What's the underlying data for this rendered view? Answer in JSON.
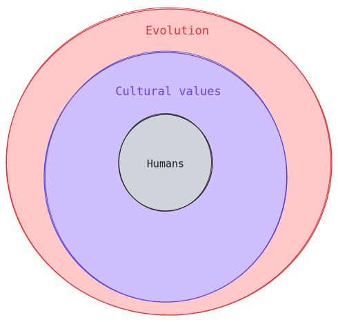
{
  "diagram": {
    "outer": {
      "label": "Evolution",
      "fill": "#ffc9c9",
      "stroke": "#e03131",
      "text_color": "#e03131"
    },
    "middle": {
      "label": "Cultural values",
      "fill": "#d0bfff",
      "stroke": "#4c3ce0",
      "text_color": "#6741d9"
    },
    "inner": {
      "label": "Humans",
      "fill": "#ced4da",
      "stroke": "#1e1e1e",
      "text_color": "#1e1e1e"
    }
  }
}
